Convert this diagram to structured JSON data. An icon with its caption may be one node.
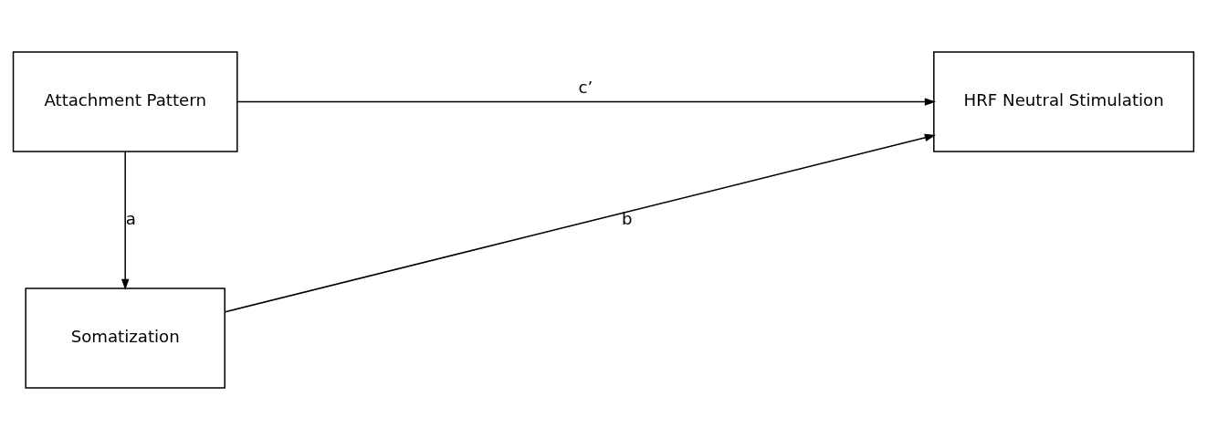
{
  "diagram": {
    "nodes": [
      {
        "text": [
          "Attachment Pattern"
        ]
      },
      {
        "text": [
          "HRF Neutral Stimulation"
        ]
      },
      {
        "text": [
          "Somatization"
        ]
      }
    ],
    "edges": [
      {
        "from": 0,
        "to": 1,
        "arrow": "to",
        "label": "c’"
      },
      {
        "from": 0,
        "to": 2,
        "arrow": "to",
        "label": "a"
      },
      {
        "from": 2,
        "to": 1,
        "arrow": "to",
        "label": "b"
      }
    ]
  }
}
